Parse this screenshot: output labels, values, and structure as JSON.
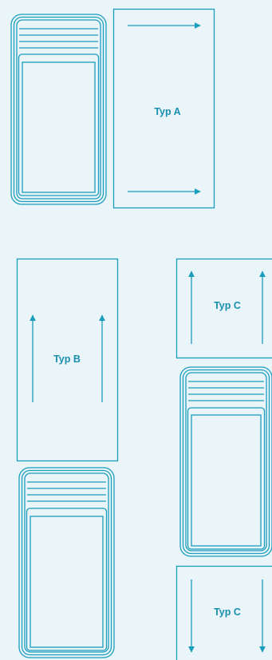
{
  "colors": {
    "background": "#e9f5f8",
    "line": "#1a9cbc",
    "label": "#1a8fb0"
  },
  "labels": {
    "type_a": "Typ A",
    "type_b": "Typ B",
    "type_c_top": "Typ C",
    "type_c_bottom": "Typ C"
  }
}
